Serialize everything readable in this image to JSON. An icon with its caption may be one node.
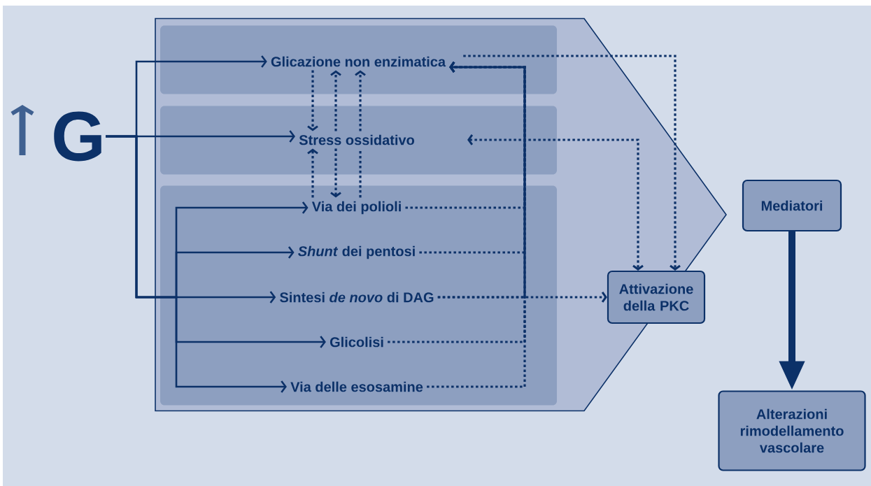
{
  "diagram": {
    "nodes": [
      {
        "text": [
          "G"
        ]
      },
      {
        "text": [],
        "shape": "chevron"
      },
      {
        "text": [
          "Glicazione non enzimatica"
        ],
        "in": 1
      },
      {
        "text": [
          "Stress ossidativo"
        ],
        "in": 1
      },
      {
        "text": [
          "Via dei polioli"
        ],
        "in": 1
      },
      {
        "text": [
          "*Shunt* dei pentosi"
        ],
        "in": 1
      },
      {
        "text": [
          "Sintesi *de novo* di DAG"
        ],
        "in": 1
      },
      {
        "text": [
          "Glicolisi"
        ],
        "in": 1
      },
      {
        "text": [
          "Via delle esosamine"
        ],
        "in": 1
      },
      {
        "text": [
          "Attivazione della PKC"
        ],
        "in": 1
      },
      {
        "text": [
          "Mediatori"
        ]
      },
      {
        "text": [
          "Alterazioni rimodellamento vascolare"
        ]
      }
    ],
    "edges": [
      {
        "from": 0,
        "to": 2,
        "arrow": "to"
      },
      {
        "from": 0,
        "to": 3,
        "arrow": "to"
      },
      {
        "from": 0,
        "to": 4,
        "arrow": "to"
      },
      {
        "from": 0,
        "to": 5,
        "arrow": "to"
      },
      {
        "from": 0,
        "to": 6,
        "arrow": "to"
      },
      {
        "from": 0,
        "to": 7,
        "arrow": "to"
      },
      {
        "from": 0,
        "to": 8,
        "arrow": "to"
      },
      {
        "from": 2,
        "to": 3,
        "arrow": "to",
        "style": "dashed"
      },
      {
        "from": 3,
        "to": 2,
        "arrow": "to",
        "style": "dashed"
      },
      {
        "from": 4,
        "to": 3,
        "arrow": "none",
        "style": "dashed"
      },
      {
        "from": 4,
        "to": 3,
        "arrow": "to",
        "style": "dashed"
      },
      {
        "from": 3,
        "to": 4,
        "arrow": "to",
        "style": "dashed"
      },
      {
        "from": 4,
        "to": 2,
        "arrow": "to",
        "style": "dashed"
      },
      {
        "from": 5,
        "to": 2,
        "arrow": "to",
        "style": "dashed"
      },
      {
        "from": 6,
        "to": 2,
        "arrow": "to",
        "style": "dashed"
      },
      {
        "from": 7,
        "to": 2,
        "arrow": "to",
        "style": "dashed"
      },
      {
        "from": 8,
        "to": 2,
        "arrow": "to",
        "style": "dashed"
      },
      {
        "from": 6,
        "to": 9,
        "arrow": "to",
        "style": "dashed"
      },
      {
        "from": 2,
        "to": 9,
        "arrow": "to",
        "style": "dashed"
      },
      {
        "from": 3,
        "to": 9,
        "arrow": "both",
        "style": "dashed"
      },
      {
        "from": 10,
        "to": 11,
        "arrow": "to",
        "style": "thick"
      },
      {
        "from": 3,
        "to": 2,
        "arrow": "to",
        "style": "dashed"
      }
    ]
  }
}
